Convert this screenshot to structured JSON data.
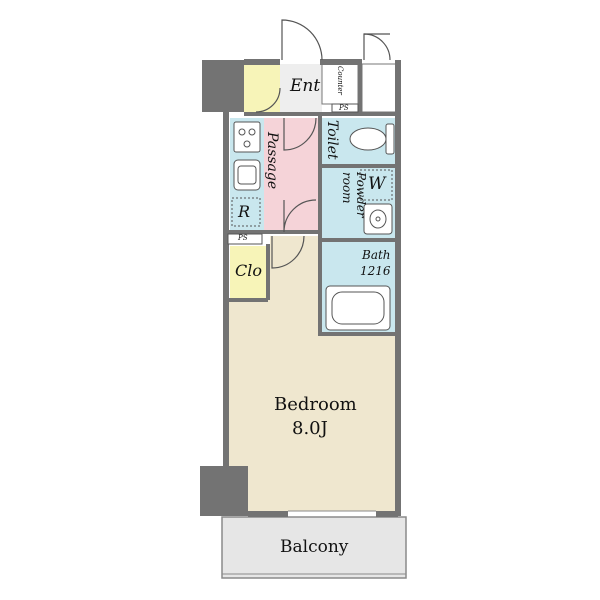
{
  "floorplan": {
    "colors": {
      "wall": "#737373",
      "bedroom": "#efe7cf",
      "wet_area": "#c9e7ee",
      "passage": "#f5d3d8",
      "storage": "#f7f4b8",
      "balcony": "#e6e6e6",
      "entrance": "#eeeeee"
    },
    "rooms": {
      "entrance": "Ent",
      "counter": "Counter",
      "ps_top": "PS",
      "passage": "Passage",
      "toilet": "Toilet",
      "powder_room": "Powder room",
      "washer": "W",
      "refrigerator": "R",
      "ps_mid": "PS",
      "closet": "Clo",
      "bath": "Bath",
      "bath_size": "1216",
      "bedroom": "Bedroom",
      "bedroom_size": "8.0J",
      "balcony": "Balcony"
    }
  }
}
